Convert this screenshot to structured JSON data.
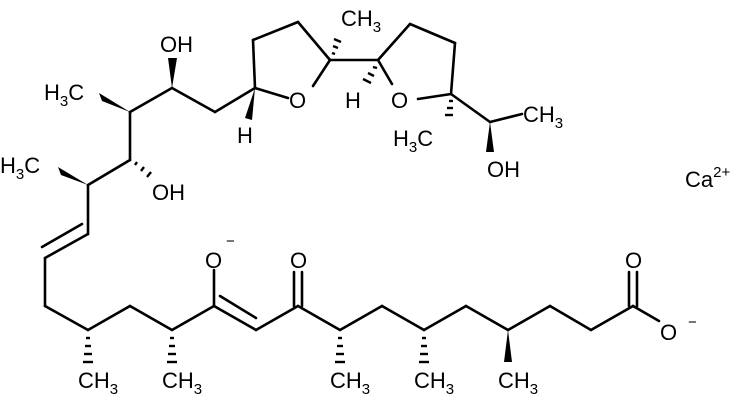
{
  "title": "Calcium salt of polyether ionophore (structural formula)",
  "colors": {
    "background": "#ffffff",
    "ink": "#000000"
  },
  "labels": {
    "oh_top": "OH",
    "h3c_upper": "H3C",
    "h3c_lower": "H3C",
    "oh_mid": "OH",
    "ch3_thf_top": "CH3",
    "h_thf1": "H",
    "o_thf1": "O",
    "h_thf2": "H",
    "o_thf2": "O",
    "h3c_thf2": "H3C",
    "ch3_side": "CH3",
    "oh_side": "OH",
    "counterion": "Ca",
    "counterion_charge": "2+",
    "enolate_o": "O",
    "enolate_charge": "−",
    "ketone_o": "O",
    "carboxyl_o_double": "O",
    "carboxyl_o_single": "O",
    "carboxyl_charge": "−",
    "ch3_bottom_1": "CH3",
    "ch3_bottom_2": "CH3",
    "ch3_bottom_3": "CH3",
    "ch3_bottom_4": "CH3",
    "ch3_bottom_5": "CH3"
  }
}
